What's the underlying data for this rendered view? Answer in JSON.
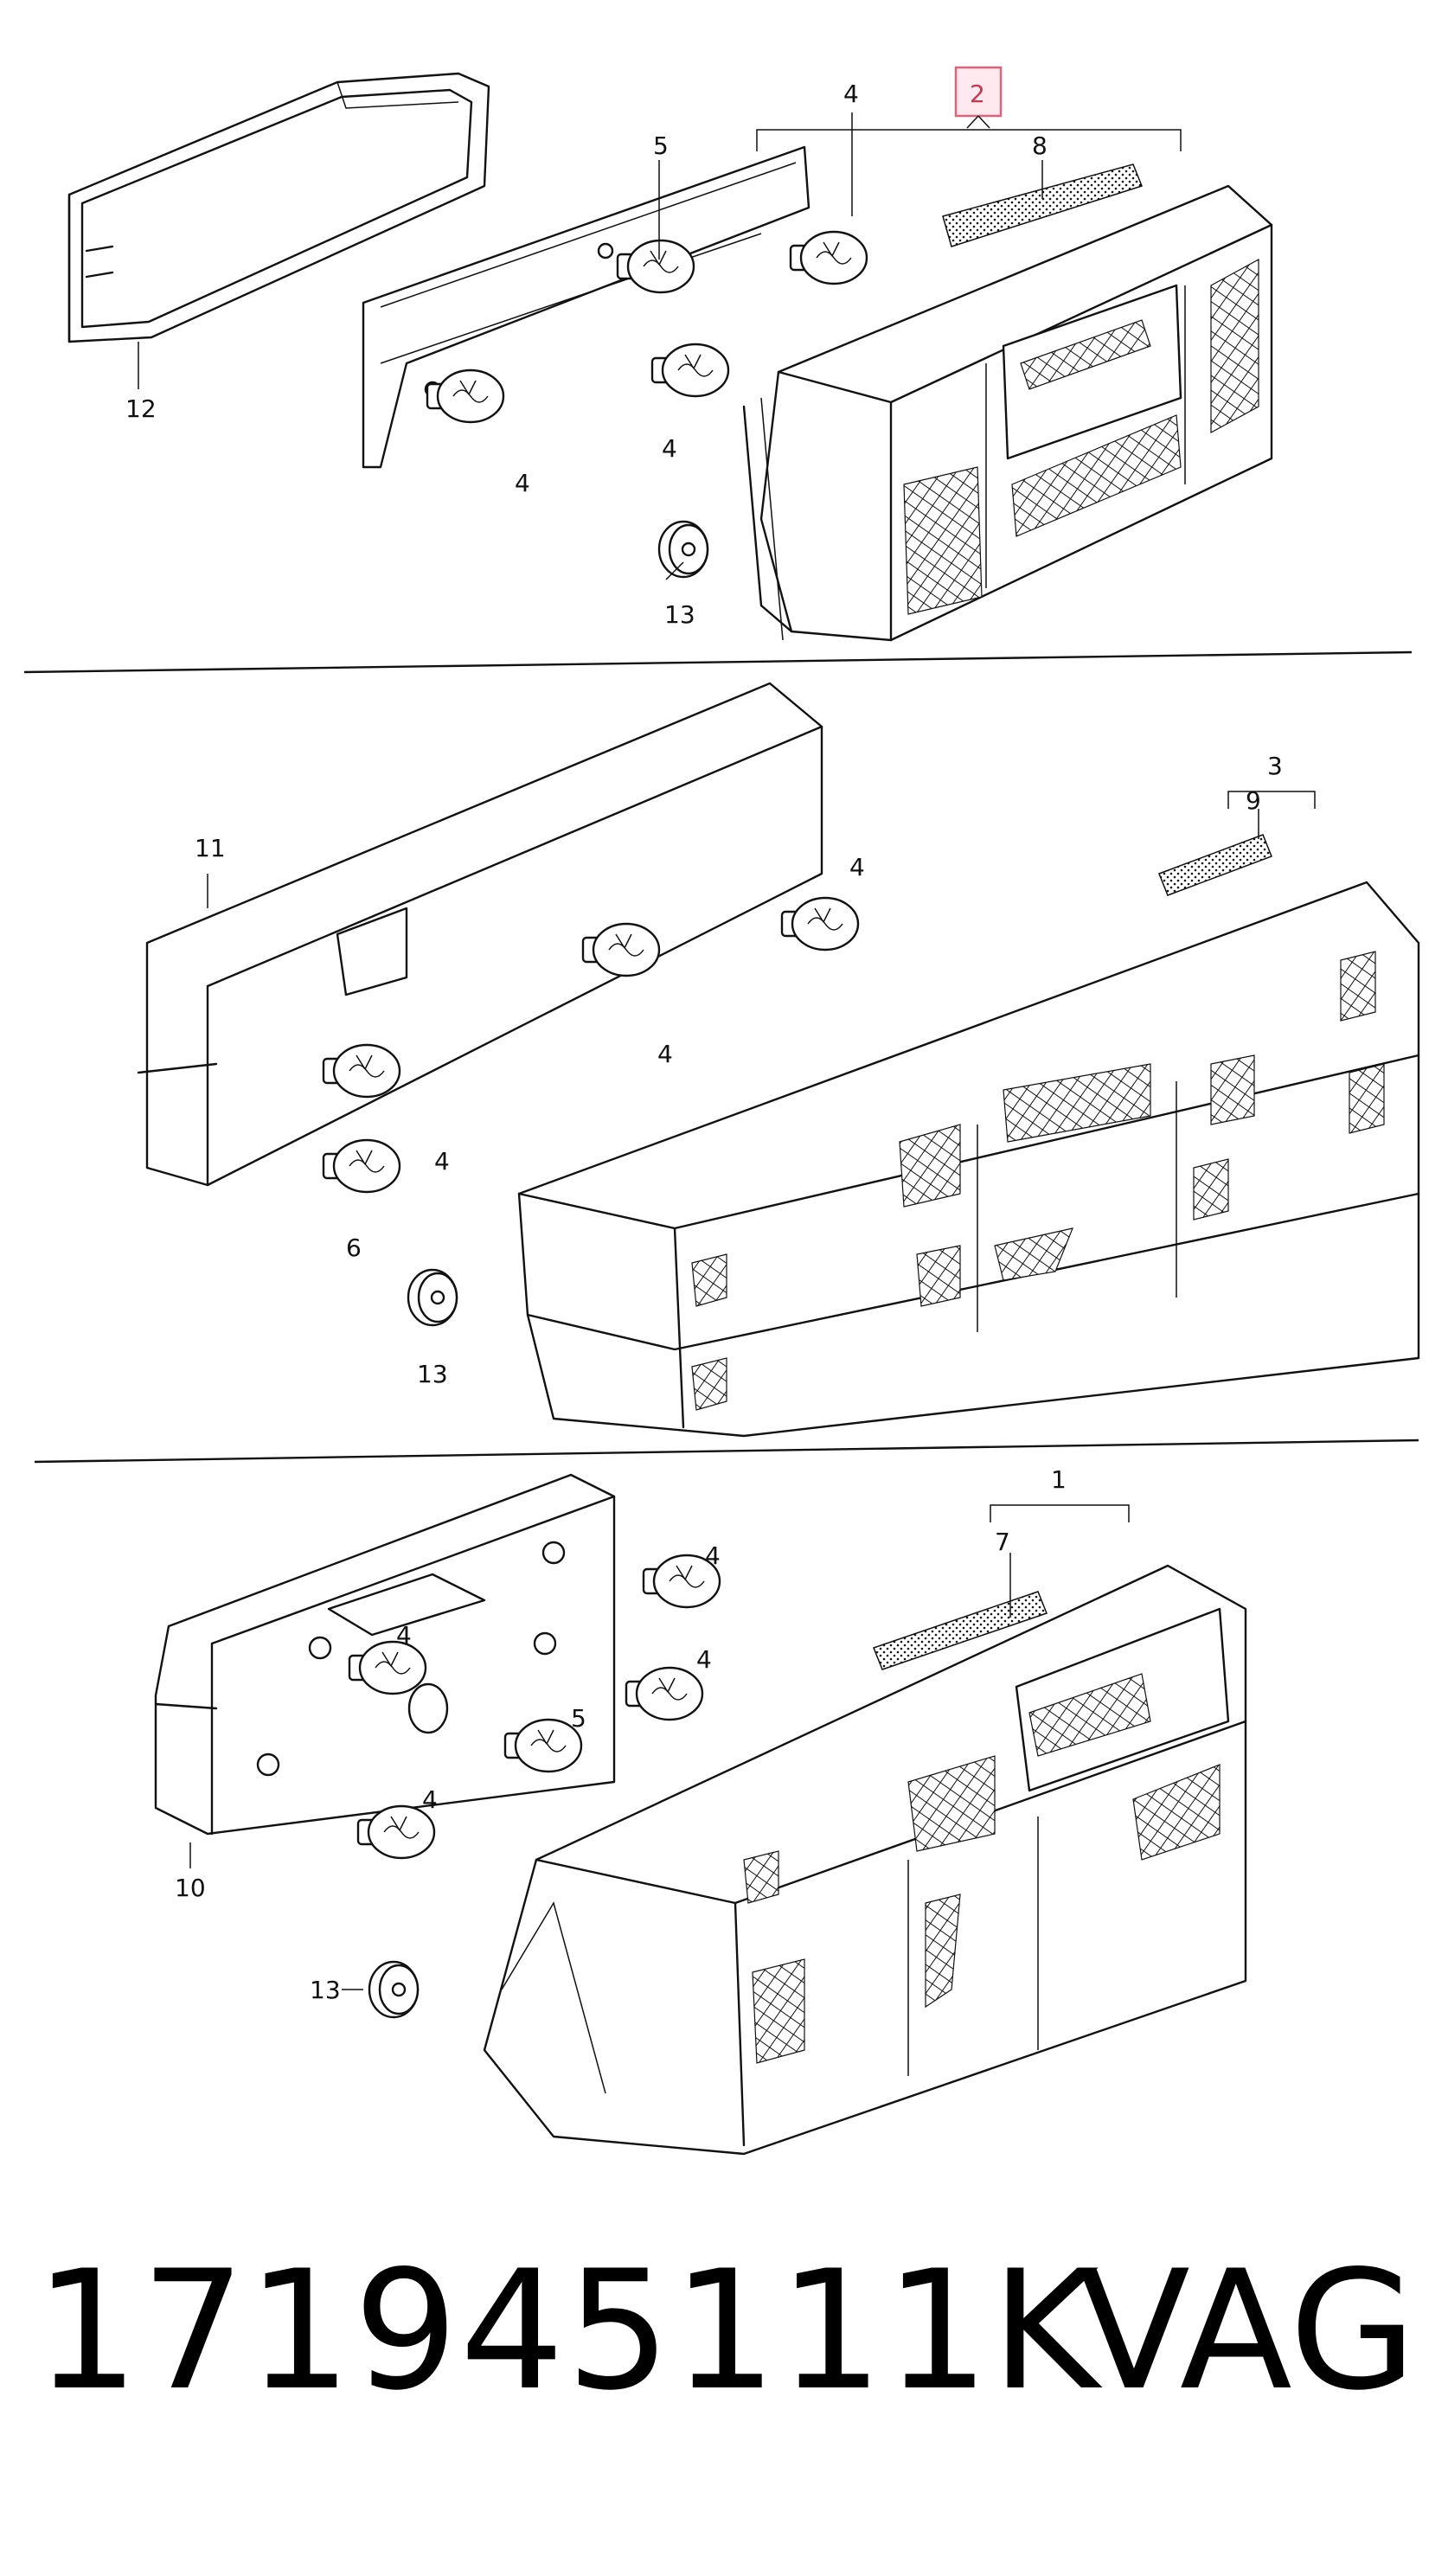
{
  "diagram": {
    "section_top": {
      "labels": {
        "n12": "12",
        "n5": "5",
        "n4a": "4",
        "n2": "2",
        "n8": "8",
        "n4b": "4",
        "n4c": "4",
        "n13": "13"
      }
    },
    "section_middle": {
      "labels": {
        "n11": "11",
        "n3": "3",
        "n9": "9",
        "n4a": "4",
        "n4b": "4",
        "n4c": "4",
        "n6": "6",
        "n13": "13"
      }
    },
    "section_bottom": {
      "labels": {
        "n1": "1",
        "n7": "7",
        "n4a": "4",
        "n4b": "4",
        "n4c": "4",
        "n4d": "4",
        "n5": "5",
        "n10": "10",
        "n13": "13"
      }
    },
    "colors": {
      "ink": "#111111",
      "highlight_border": "#e0627a",
      "highlight_text": "#c8354f"
    }
  },
  "footer": {
    "part_number": "171945111K",
    "brand": "VAG"
  }
}
